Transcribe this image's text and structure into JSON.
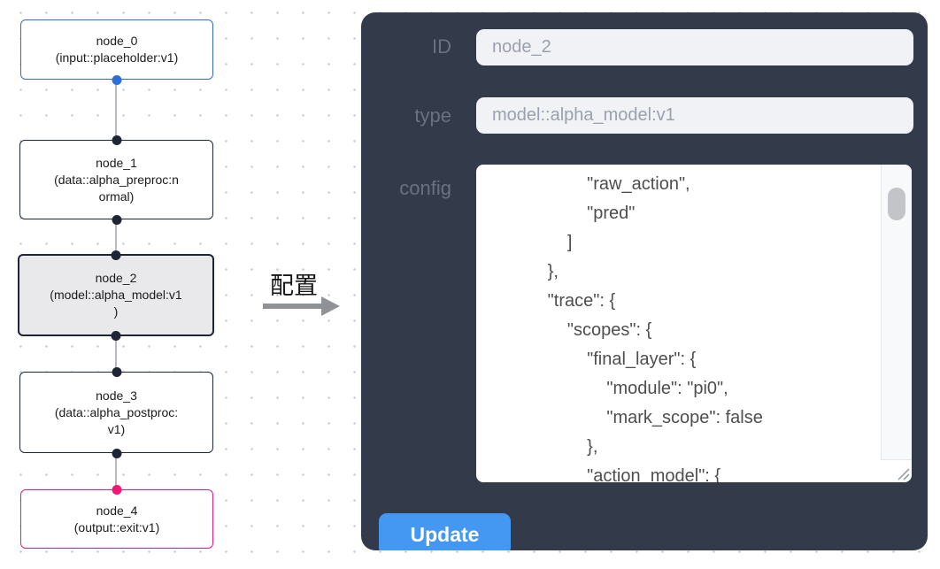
{
  "canvas": {
    "nodes": [
      {
        "id": "node_0",
        "lines": [
          "node_0",
          "(input::placeholder:v1)"
        ]
      },
      {
        "id": "node_1",
        "lines": [
          "node_1",
          "(data::alpha_preproc:n",
          "ormal)"
        ]
      },
      {
        "id": "node_2",
        "lines": [
          "node_2",
          "(model::alpha_model:v1",
          ")"
        ]
      },
      {
        "id": "node_3",
        "lines": [
          "node_3",
          "(data::alpha_postproc:",
          "v1)"
        ]
      },
      {
        "id": "node_4",
        "lines": [
          "node_4",
          "(output::exit:v1)"
        ]
      }
    ]
  },
  "transition": {
    "label": "配置"
  },
  "panel": {
    "id_label": "ID",
    "id_value": "node_2",
    "type_label": "type",
    "type_value": "model::alpha_model:v1",
    "config_label": "config",
    "config_lines": [
      "                    \"raw_action\",",
      "                    \"pred\"",
      "                ]",
      "            },",
      "            \"trace\": {",
      "                \"scopes\": {",
      "                    \"final_layer\": {",
      "                        \"module\": \"pi0\",",
      "                        \"mark_scope\": false",
      "                    },",
      "                    \"action_model\": {"
    ],
    "update_label": "Update"
  },
  "colors": {
    "panel_bg": "#333a4a",
    "field_bg": "#f0f2f6",
    "field_text": "#9aa1ac",
    "label_text": "#6a7280",
    "button_bg": "#4598f2",
    "button_text": "#ffffff",
    "node_border_default": "#1d2536",
    "node_border_input": "#3468cf",
    "node_border_output": "#ef1879",
    "node_selected_bg": "#e9e9ec",
    "edge": "#b7bac0",
    "config_text": "#4e4e4e",
    "arrow": "#8f9297",
    "dot": "#c9ccd1"
  }
}
